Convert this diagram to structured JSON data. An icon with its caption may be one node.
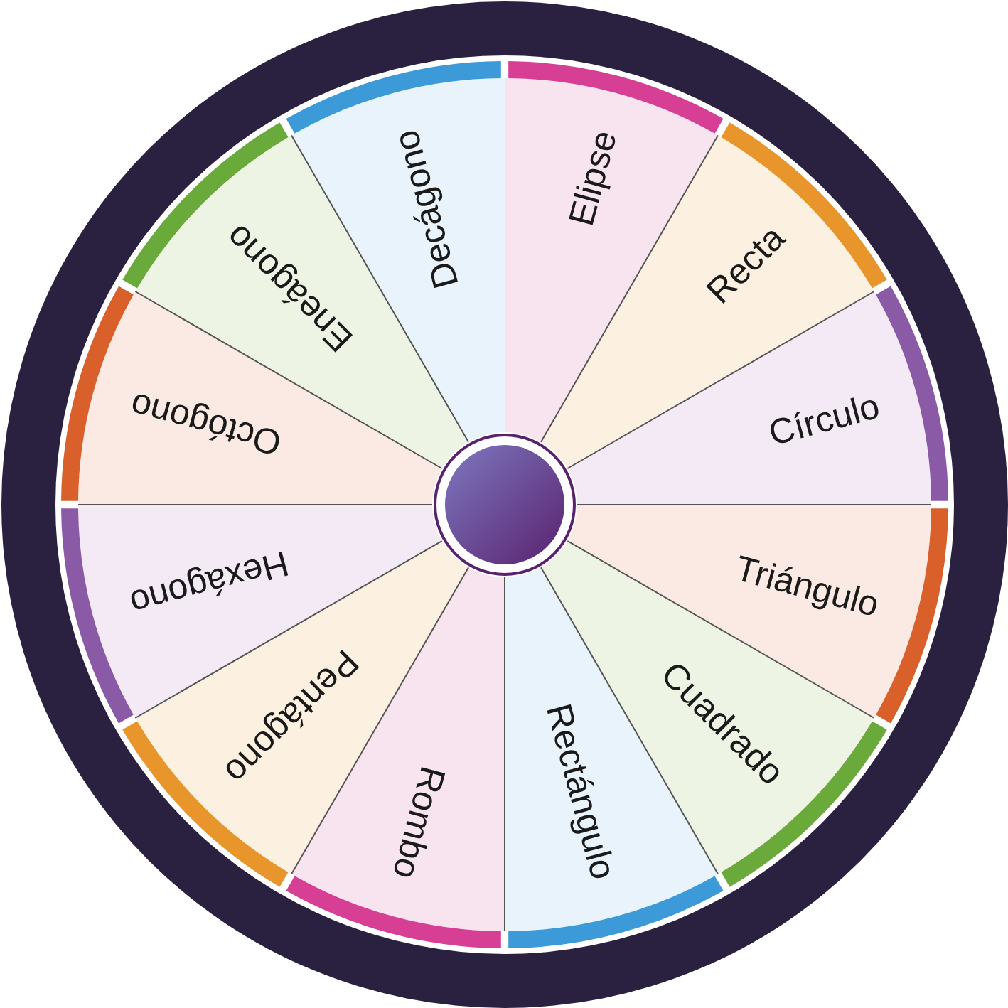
{
  "diagram": {
    "nodes": [
      {
        "text": [
          "Elipse"
        ]
      },
      {
        "text": [
          "Recta"
        ]
      },
      {
        "text": [
          "Círculo"
        ]
      },
      {
        "text": [
          "Triángulo"
        ]
      },
      {
        "text": [
          "Cuadrado"
        ]
      },
      {
        "text": [
          "Rectángulo"
        ]
      },
      {
        "text": [
          "Rombo"
        ]
      },
      {
        "text": [
          "Pentágono"
        ]
      },
      {
        "text": [
          "Hexágono"
        ]
      },
      {
        "text": [
          "Octógono"
        ]
      },
      {
        "text": [
          "Eneágono"
        ]
      },
      {
        "text": [
          "Decágono"
        ]
      }
    ]
  }
}
